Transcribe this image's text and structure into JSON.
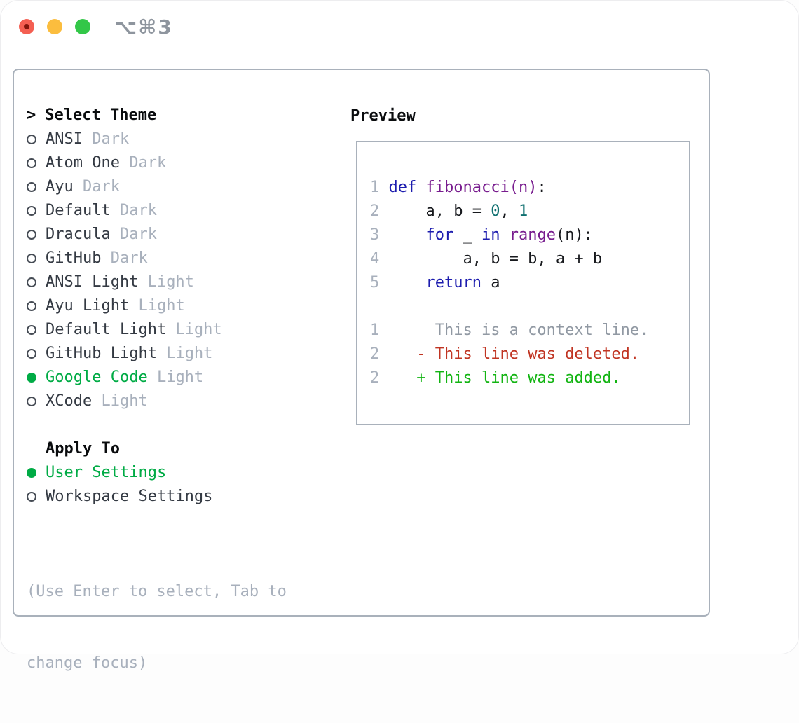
{
  "window": {
    "shortcut": "⌥⌘3",
    "traffic_lights": {
      "close_color": "#f45f52",
      "minimize_color": "#fbbd3e",
      "zoom_color": "#33c748"
    }
  },
  "colors": {
    "selection_green": "#00ab45",
    "panel_border": "#a9b1bb",
    "muted_gray": "#a8b0bc",
    "keyword_blue": "#1c1cae",
    "function_purple": "#781c8e",
    "literal_teal": "#0e6f6f",
    "deleted_red": "#c03422",
    "added_green": "#12b412"
  },
  "theme_panel": {
    "caret": ">",
    "title": "Select Theme",
    "items": [
      {
        "name": "ANSI",
        "variant": "Dark",
        "selected": false
      },
      {
        "name": "Atom One",
        "variant": "Dark",
        "selected": false
      },
      {
        "name": "Ayu",
        "variant": "Dark",
        "selected": false
      },
      {
        "name": "Default",
        "variant": "Dark",
        "selected": false
      },
      {
        "name": "Dracula",
        "variant": "Dark",
        "selected": false
      },
      {
        "name": "GitHub",
        "variant": "Dark",
        "selected": false
      },
      {
        "name": "ANSI Light",
        "variant": "Light",
        "selected": false
      },
      {
        "name": "Ayu Light",
        "variant": "Light",
        "selected": false
      },
      {
        "name": "Default Light",
        "variant": "Light",
        "selected": false
      },
      {
        "name": "GitHub Light",
        "variant": "Light",
        "selected": false
      },
      {
        "name": "Google Code",
        "variant": "Light",
        "selected": true
      },
      {
        "name": "XCode",
        "variant": "Light",
        "selected": false
      }
    ],
    "apply_to": {
      "title": "Apply To",
      "options": [
        {
          "label": "User Settings",
          "selected": true
        },
        {
          "label": "Workspace Settings",
          "selected": false
        }
      ]
    },
    "help": [
      "(Use Enter to select, Tab to",
      "change focus)"
    ]
  },
  "preview": {
    "title": "Preview",
    "code_lines": [
      [
        {
          "c": "num",
          "t": "1 "
        },
        {
          "c": "kw",
          "t": "def"
        },
        {
          "c": "pln",
          "t": " "
        },
        {
          "c": "fn",
          "t": "fibonacci(n)"
        },
        {
          "c": "pln",
          "t": ":"
        }
      ],
      [
        {
          "c": "num",
          "t": "2 "
        },
        {
          "c": "pln",
          "t": "    a, b = "
        },
        {
          "c": "lit",
          "t": "0"
        },
        {
          "c": "pln",
          "t": ", "
        },
        {
          "c": "lit",
          "t": "1"
        }
      ],
      [
        {
          "c": "num",
          "t": "3 "
        },
        {
          "c": "pln",
          "t": "    "
        },
        {
          "c": "kw",
          "t": "for"
        },
        {
          "c": "pln",
          "t": " _ "
        },
        {
          "c": "kw",
          "t": "in"
        },
        {
          "c": "pln",
          "t": " "
        },
        {
          "c": "fn",
          "t": "range"
        },
        {
          "c": "pln",
          "t": "(n):"
        }
      ],
      [
        {
          "c": "num",
          "t": "4 "
        },
        {
          "c": "pln",
          "t": "        a, b = b, a + b"
        }
      ],
      [
        {
          "c": "num",
          "t": "5 "
        },
        {
          "c": "pln",
          "t": "    "
        },
        {
          "c": "kw",
          "t": "return"
        },
        {
          "c": "pln",
          "t": " a"
        }
      ],
      [],
      [
        {
          "c": "num",
          "t": "1 "
        },
        {
          "c": "ctx",
          "t": "     This is a context line."
        }
      ],
      [
        {
          "c": "num",
          "t": "2 "
        },
        {
          "c": "pln",
          "t": "   "
        },
        {
          "c": "del",
          "t": "- This line was deleted."
        }
      ],
      [
        {
          "c": "num",
          "t": "2 "
        },
        {
          "c": "pln",
          "t": "   "
        },
        {
          "c": "add",
          "t": "+ This line was added."
        }
      ]
    ]
  }
}
